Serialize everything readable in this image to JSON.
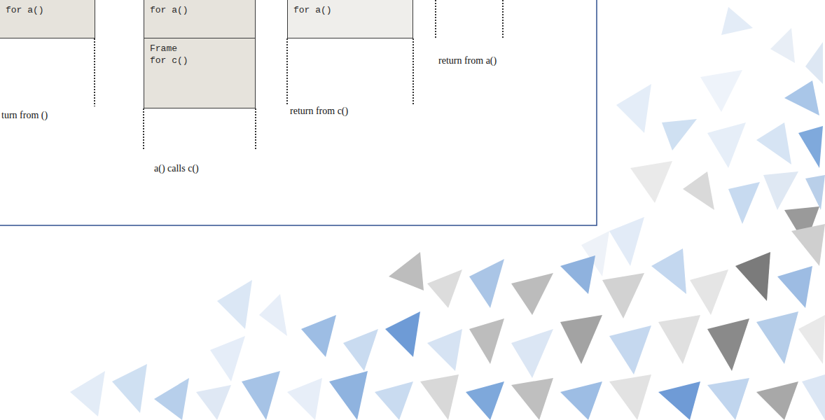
{
  "diagram": {
    "nodes": [
      {
        "text": [
          "for a()"
        ]
      },
      {
        "text": [
          "for a()"
        ]
      },
      {
        "text": [
          "Frame for c()"
        ]
      },
      {
        "text": [
          "for a()"
        ]
      }
    ],
    "labels": [
      "turn from ()",
      "a() calls c()",
      "return from c()",
      "return from a()"
    ]
  }
}
